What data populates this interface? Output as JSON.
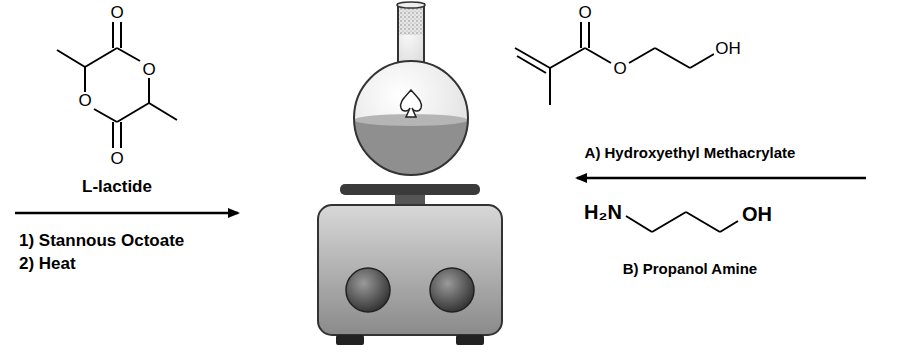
{
  "diagram": {
    "labels": [
      "O",
      "O",
      "O",
      "O",
      "L-lactide",
      "1) Stannous Octoate",
      "2) Heat",
      "O",
      "O",
      "OH",
      "A) Hydroxyethyl Methacrylate",
      "H₂N",
      "OH",
      "B) Propanol Amine"
    ]
  }
}
